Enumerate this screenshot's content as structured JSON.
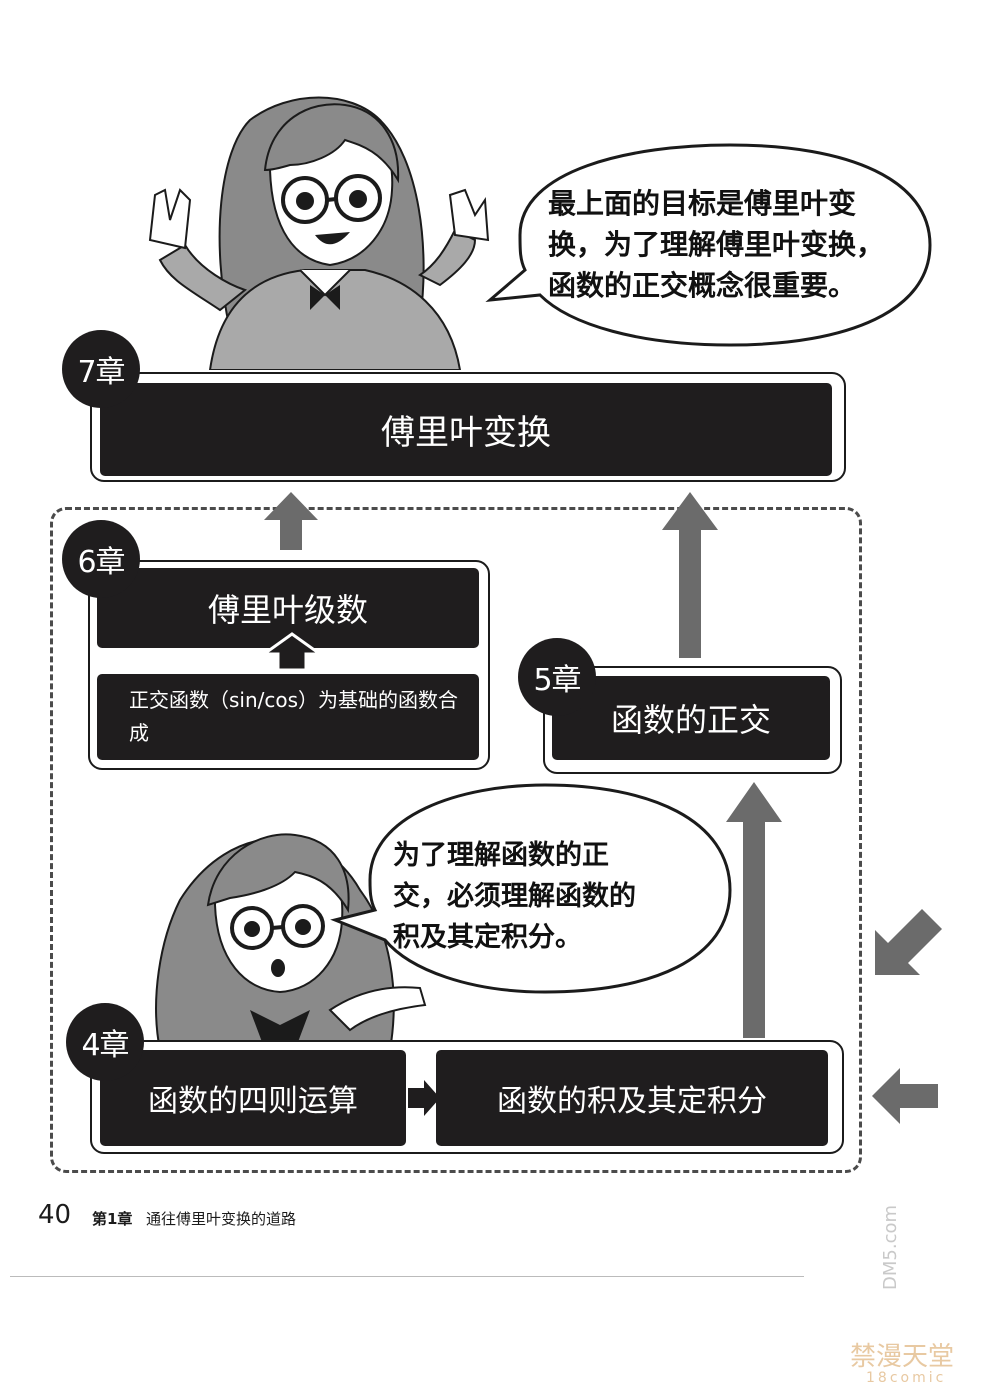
{
  "colors": {
    "box_dark": "#1f1d1e",
    "arrow_gray": "#6b6b6b",
    "frame": "#1b1b1b",
    "dashed": "#4b4b4b"
  },
  "speech_top": {
    "line1": "最上面的目标是傅里叶变",
    "line2": "换，为了理解傅里叶变换，",
    "line3": "函数的正交概念很重要。"
  },
  "speech_mid": {
    "line1": "为了理解函数的正",
    "line2": "交，必须理解函数的",
    "line3": "积及其定积分。"
  },
  "chapters": {
    "ch7": {
      "badge": "7章",
      "title": "傅里叶变换"
    },
    "ch6": {
      "badge": "6章",
      "title": "傅里叶级数",
      "sub": "正交函数（sin/cos）为基础的函数合成"
    },
    "ch5": {
      "badge": "5章",
      "title": "函数的正交"
    },
    "ch4": {
      "badge": "4章",
      "item1": "函数的四则运算",
      "item2": "函数的积及其定积分"
    }
  },
  "footer": {
    "page_number": "40",
    "chapter": "第1章",
    "chapter_title": "通往傅里叶变换的道路"
  },
  "watermark": {
    "site": "DM5.com",
    "brand": "禁漫天堂",
    "brand_sub": "18comic"
  }
}
